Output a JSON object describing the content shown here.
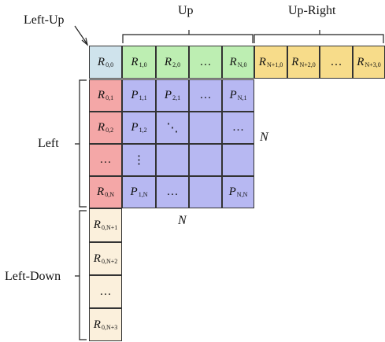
{
  "labels": {
    "left_up": "Left-Up",
    "up": "Up",
    "up_right": "Up-Right",
    "left": "Left",
    "left_down": "Left-Down",
    "n_right": "N",
    "n_bottom": "N"
  },
  "colors": {
    "corner": "#cfe3ec",
    "up": "#bdeeb2",
    "up_right": "#f7dc8a",
    "left": "#f4a7a7",
    "left_down": "#fbf0dc",
    "main": "#b7b8f2"
  },
  "cells": {
    "corner": [
      {
        "main": "R",
        "sub": "0,0"
      }
    ],
    "up": [
      {
        "main": "R",
        "sub": "1,0"
      },
      {
        "main": "R",
        "sub": "2,0"
      },
      {
        "main": "…",
        "sub": ""
      },
      {
        "main": "R",
        "sub": "N,0"
      }
    ],
    "up_right": [
      {
        "main": "R",
        "sub": "N+1,0"
      },
      {
        "main": "R",
        "sub": "N+2,0"
      },
      {
        "main": "…",
        "sub": ""
      },
      {
        "main": "R",
        "sub": "N+3,0"
      }
    ],
    "left": [
      {
        "main": "R",
        "sub": "0,1"
      },
      {
        "main": "R",
        "sub": "0,2"
      },
      {
        "main": "…",
        "sub": ""
      },
      {
        "main": "R",
        "sub": "0,N"
      }
    ],
    "left_down": [
      {
        "main": "R",
        "sub": "0,N+1"
      },
      {
        "main": "R",
        "sub": "0,N+2"
      },
      {
        "main": "…",
        "sub": ""
      },
      {
        "main": "R",
        "sub": "0,N+3"
      }
    ],
    "main": [
      [
        {
          "main": "P",
          "sub": "1,1"
        },
        {
          "main": "P",
          "sub": "2,1"
        },
        {
          "main": "…",
          "sub": ""
        },
        {
          "main": "P",
          "sub": "N,1"
        }
      ],
      [
        {
          "main": "P",
          "sub": "1,2"
        },
        {
          "main": "⋱",
          "sub": ""
        },
        {
          "main": "",
          "sub": ""
        },
        {
          "main": "…",
          "sub": ""
        }
      ],
      [
        {
          "main": "⋮",
          "sub": ""
        },
        {
          "main": "",
          "sub": ""
        },
        {
          "main": "",
          "sub": ""
        },
        {
          "main": "",
          "sub": ""
        }
      ],
      [
        {
          "main": "P",
          "sub": "1,N"
        },
        {
          "main": "…",
          "sub": ""
        },
        {
          "main": "",
          "sub": ""
        },
        {
          "main": "P",
          "sub": "N,N"
        }
      ]
    ]
  }
}
